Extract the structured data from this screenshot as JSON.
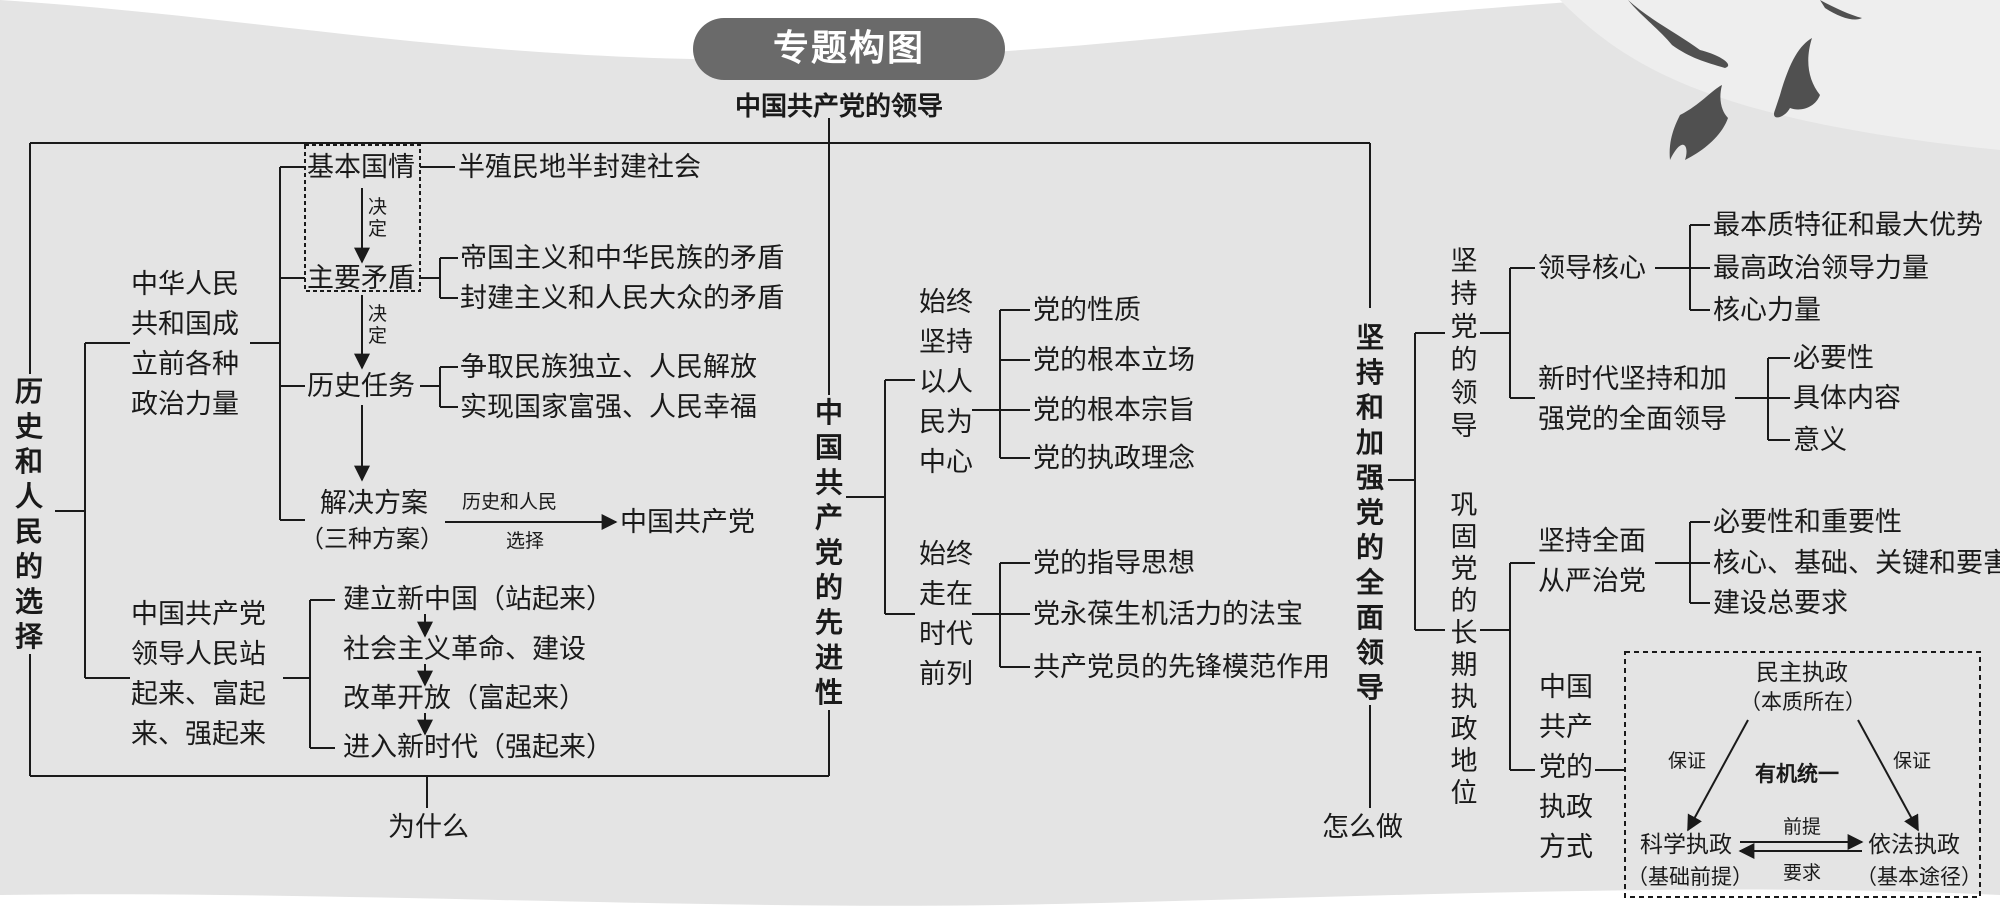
{
  "header": {
    "title": "专题构图",
    "root": "中国共产党的领导"
  },
  "left": {
    "main": "历史和人民的选择",
    "group1": "中华人民共和国成立前各种政治力量",
    "group1_lines": [
      "中华人民",
      "共和国成",
      "立前各种",
      "政治力量"
    ],
    "basic": "基本国情",
    "basic_desc": "半殖民地半封建社会",
    "decide": "决定",
    "contradiction": "主要矛盾",
    "contradictions": [
      "帝国主义和中华民族的矛盾",
      "封建主义和人民大众的矛盾"
    ],
    "task": "历史任务",
    "tasks": [
      "争取民族独立、人民解放",
      "实现国家富强、人民幸福"
    ],
    "solution": "解决方案",
    "solution_note": "（三种方案）",
    "choice_top": "历史和人民",
    "choice_bottom": "选择",
    "result": "中国共产党",
    "group2_lines": [
      "中国共产党",
      "领导人民站",
      "起来、富起",
      "来、强起来"
    ],
    "stages": [
      "建立新中国（站起来）",
      "社会主义革命、建设",
      "改革开放（富起来）",
      "进入新时代（强起来）"
    ],
    "why": "为什么"
  },
  "middle": {
    "main": "中国共产党的先进性",
    "branch1": "始终坚持以人民为中心",
    "branch1_lines": [
      "始终",
      "坚持",
      "以人",
      "民为",
      "中心"
    ],
    "items1": [
      "党的性质",
      "党的根本立场",
      "党的根本宗旨",
      "党的执政理念"
    ],
    "branch2": "始终走在时代前列",
    "branch2_lines": [
      "始终",
      "走在",
      "时代",
      "前列"
    ],
    "items2": [
      "党的指导思想",
      "党永葆生机活力的法宝",
      "共产党员的先锋模范作用"
    ]
  },
  "right": {
    "main": "坚持和加强党的全面领导",
    "how": "怎么做",
    "branch1": "坚持党的领导",
    "core": "领导核心",
    "core_items": [
      "最本质特征和最大优势",
      "最高政治领导力量",
      "核心力量"
    ],
    "newera_lines": [
      "新时代坚持和加",
      "强党的全面领导"
    ],
    "newera_items": [
      "必要性",
      "具体内容",
      "意义"
    ],
    "branch2": "巩固党的长期执政地位",
    "strict_lines": [
      "坚持全面",
      "从严治党"
    ],
    "strict_items": [
      "必要性和重要性",
      "核心、基础、关键和要害",
      "建设总要求"
    ],
    "mode_lines": [
      "中国",
      "共产",
      "党的",
      "执政",
      "方式"
    ],
    "democratic": "民主执政",
    "democratic_note": "（本质所在）",
    "scientific": "科学执政",
    "scientific_note": "（基础前提）",
    "legal": "依法执政",
    "legal_note": "（基本途径）",
    "unity": "有机统一",
    "guarantee": "保证",
    "premise": "前提",
    "requirement": "要求"
  }
}
